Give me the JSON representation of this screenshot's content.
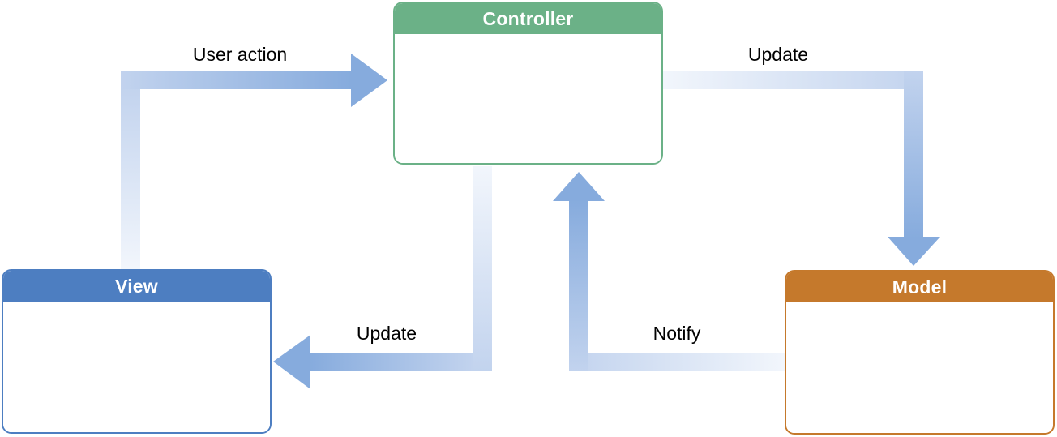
{
  "colors": {
    "background": "#ffffff",
    "controller": "#6bb187",
    "view": "#4d7ec1",
    "model": "#c5792c",
    "box_body": "#ffffff",
    "box_title_text": "#ffffff",
    "label_text": "#000000",
    "arrow_dark": "#86abdd",
    "arrow_mid": "#c2d3ee",
    "arrow_light": "#f2f6fc"
  },
  "boxes": {
    "controller": {
      "title": "Controller"
    },
    "view": {
      "title": "View"
    },
    "model": {
      "title": "Model"
    }
  },
  "arrows": {
    "user_action": {
      "label": "User action",
      "from": "view",
      "to": "controller"
    },
    "update_model": {
      "label": "Update",
      "from": "controller",
      "to": "model"
    },
    "update_view": {
      "label": "Update",
      "from": "controller",
      "to": "view"
    },
    "notify": {
      "label": "Notify",
      "from": "model",
      "to": "controller"
    }
  }
}
